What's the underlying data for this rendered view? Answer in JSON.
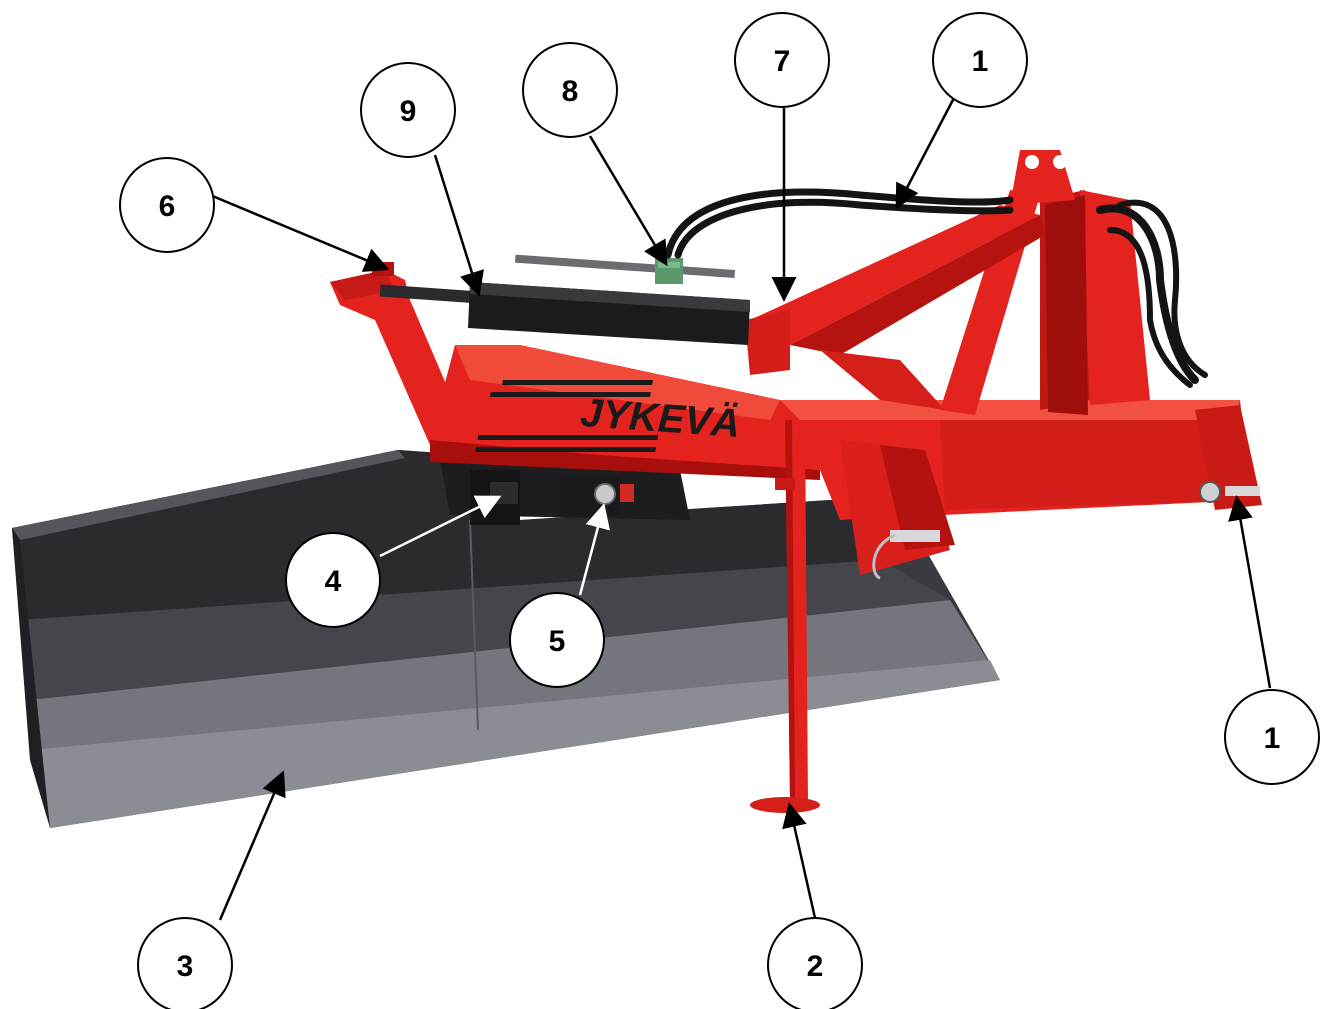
{
  "brand": {
    "logo_text": "JYKEVÄ"
  },
  "callouts": [
    {
      "id": "hydraulic-hoses",
      "label": "1"
    },
    {
      "id": "hitch-pin",
      "label": "1"
    },
    {
      "id": "parking-stand",
      "label": "2"
    },
    {
      "id": "grader-blade",
      "label": "3"
    },
    {
      "id": "blade-pivot",
      "label": "4"
    },
    {
      "id": "lock-pin",
      "label": "5"
    },
    {
      "id": "cylinder-mount",
      "label": "6"
    },
    {
      "id": "cylinder-end",
      "label": "7"
    },
    {
      "id": "hose-coupling",
      "label": "8"
    },
    {
      "id": "hydraulic-cylinder",
      "label": "9"
    }
  ],
  "colors": {
    "frame_red": "#e4221e",
    "frame_dark": "#b3120f",
    "blade_dark": "#2b2b2e",
    "blade_mid": "#4a4b50",
    "cutting_edge": "#7d7f86",
    "cylinder": "#1b1b1d",
    "coupler_green": "#5a9a6a"
  }
}
